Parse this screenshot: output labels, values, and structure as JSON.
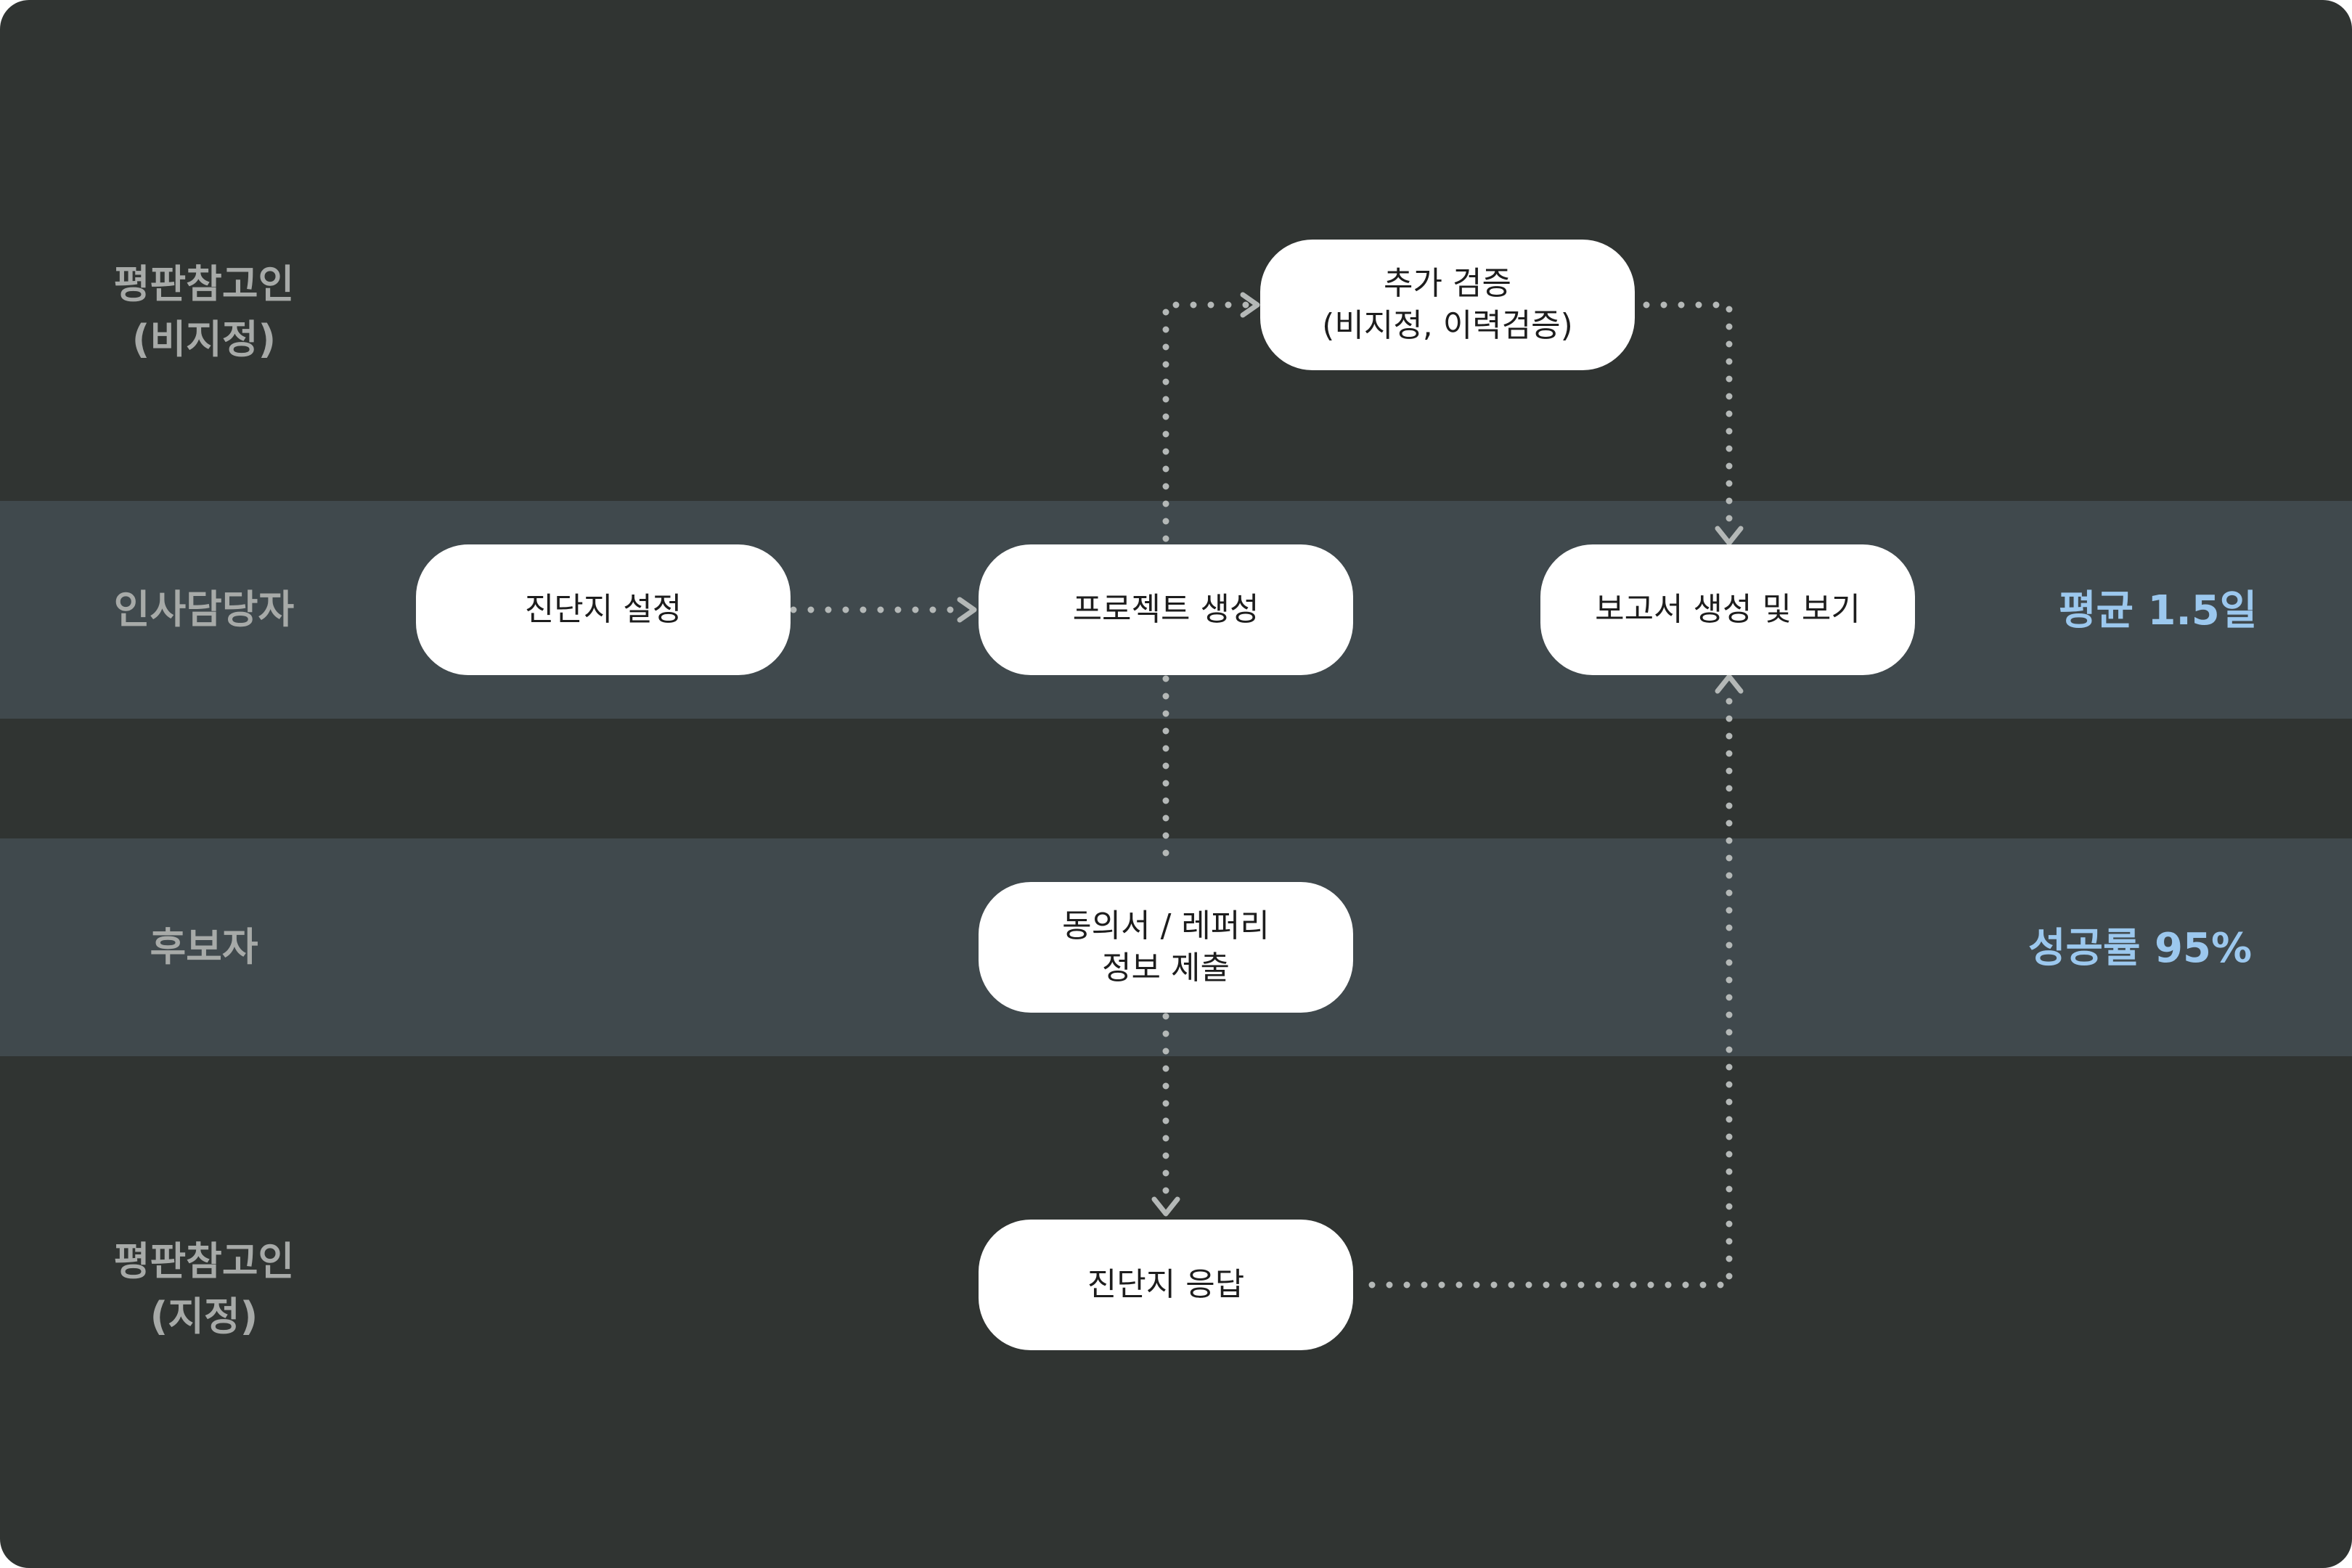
{
  "lanes": {
    "ref_free": "평판참고인\n(비지정)",
    "hr": "인사담당자",
    "candidate": "후보자",
    "ref_named": "평판참고인\n(지정)"
  },
  "nodes": {
    "setup": "진단지 설정",
    "project": "프로젝트 생성",
    "report": "보고서 생성 및 보기",
    "verify": "추가 검증\n(비지정, 이력검증)",
    "consent": "동의서 / 레퍼리\n정보 제출",
    "respond": "진단지 응답"
  },
  "stats": {
    "avg": "평균 1.5일",
    "rate": "성공률 95%"
  },
  "colors": {
    "background": "#303432",
    "band": "#40494d",
    "node": "#ffffff",
    "lane_label": "#a7aaa8",
    "stat": "#9cc8ee",
    "connector": "#b4b8b7"
  }
}
